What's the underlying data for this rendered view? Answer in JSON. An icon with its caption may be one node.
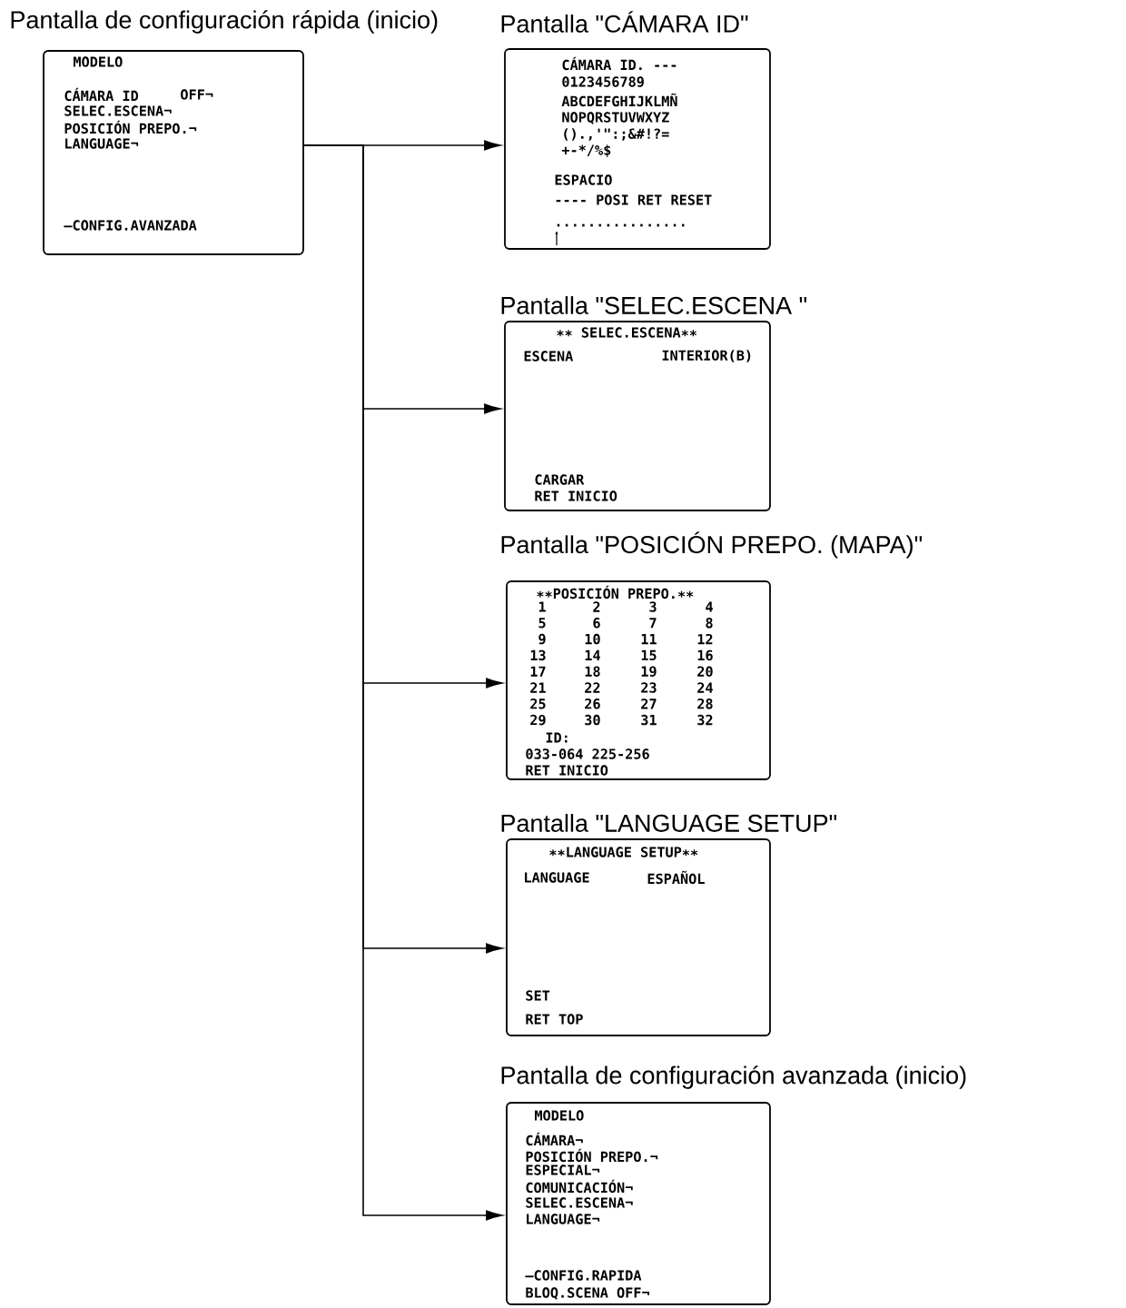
{
  "diagram": {
    "nodes": [
      {
        "text": [
          "Pantalla de configuración rápida (inicio)",
          "MODELO",
          "CÁMARA ID",
          "OFF¬",
          "SELEC.ESCENA¬",
          "POSICIÓN PREPO.¬",
          "LANGUAGE¬",
          "–CONFIG.AVANZADA"
        ]
      },
      {
        "text": [
          "Pantalla \"CÁMARA ID\"",
          "CÁMARA ID. ---",
          "0123456789",
          "ABCDEFGHIJKLMÑ",
          "NOPQRSTUVWXYZ",
          "().,'\":;&#!?=",
          "+-*/%$",
          "ESPACIO",
          "---- POSI RET RESET",
          "................"
        ]
      },
      {
        "text": [
          "Pantalla \"SELEC.ESCENA \"",
          "∗∗ SELEC.ESCENA∗∗",
          "ESCENA",
          "INTERIOR(B)",
          "CARGAR",
          "RET INICIO"
        ]
      },
      {
        "text": [
          "Pantalla \"POSICIÓN PREPO. (MAPA)\"",
          "∗∗POSICIÓN PREPO.∗∗",
          "1",
          "2",
          "3",
          "4",
          "5",
          "6",
          "7",
          "8",
          "9",
          "10",
          "11",
          "12",
          "13",
          "14",
          "15",
          "16",
          "17",
          "18",
          "19",
          "20",
          "21",
          "22",
          "23",
          "24",
          "25",
          "26",
          "27",
          "28",
          "29",
          "30",
          "31",
          "32",
          "ID:",
          "033-064 225-256",
          "RET INICIO"
        ]
      },
      {
        "text": [
          "Pantalla \"LANGUAGE SETUP\"",
          "∗∗LANGUAGE SETUP∗∗",
          "LANGUAGE",
          "ESPAÑOL",
          "SET",
          "RET TOP"
        ]
      },
      {
        "text": [
          "Pantalla de configuración avanzada (inicio)",
          "MODELO",
          "CÁMARA¬",
          "POSICIÓN PREPO.¬",
          "ESPECIAL¬",
          "COMUNICACIÓN¬",
          "SELEC.ESCENA¬",
          "LANGUAGE¬",
          "–CONFIG.RAPIDA",
          "BLOQ.SCENA OFF¬"
        ]
      }
    ],
    "edges": [
      {
        "from": 0,
        "to": 1,
        "arrow": "to"
      },
      {
        "from": 0,
        "to": 2,
        "arrow": "to"
      },
      {
        "from": 0,
        "to": 3,
        "arrow": "to"
      },
      {
        "from": 0,
        "to": 4,
        "arrow": "to"
      },
      {
        "from": 0,
        "to": 5,
        "arrow": "to"
      }
    ]
  }
}
